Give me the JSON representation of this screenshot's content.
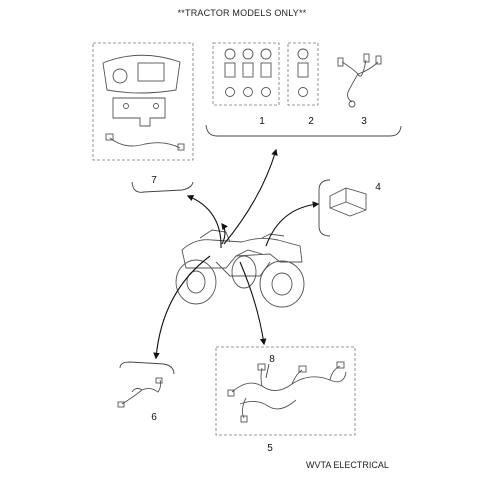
{
  "header": {
    "title": "**TRACTOR MODELS ONLY**"
  },
  "footer": {
    "label": "WVTA ELECTRICAL"
  },
  "callouts": [
    "1",
    "2",
    "3",
    "4",
    "5",
    "6",
    "7",
    "8"
  ],
  "colors": {
    "ink": "#111111",
    "dash": "#777777",
    "part": "#555555"
  }
}
